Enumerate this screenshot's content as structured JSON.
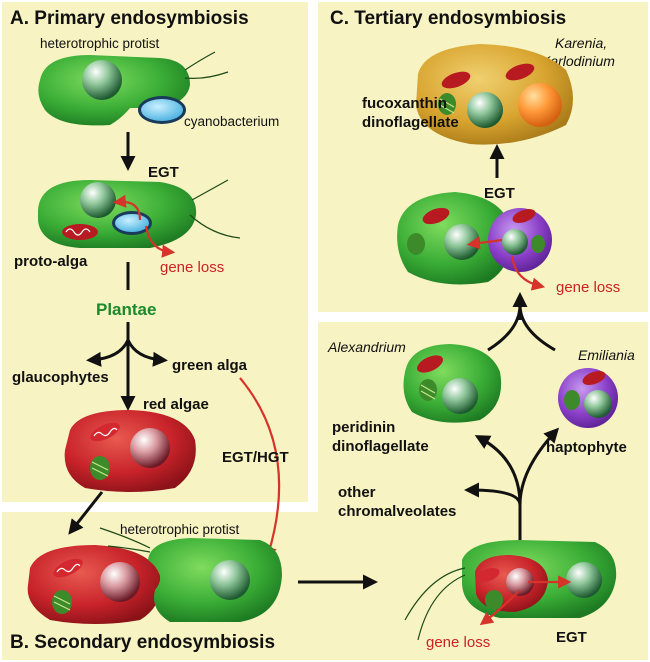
{
  "panels": {
    "a_title": "A. Primary endosymbiosis",
    "b_title": "B. Secondary endosymbiosis",
    "c_title": "C. Tertiary endosymbiosis"
  },
  "labels": {
    "heterotrophic_protist_top": "heterotrophic protist",
    "cyanobacterium": "cyanobacterium",
    "egt_a": "EGT",
    "proto_alga": "proto-alga",
    "gene_loss_a": "gene loss",
    "plantae": "Plantae",
    "glaucophytes": "glaucophytes",
    "green_alga": "green alga",
    "red_algae": "red algae",
    "egt_hgt": "EGT/HGT",
    "heterotrophic_protist_b": "heterotrophic protist",
    "gene_loss_b": "gene loss",
    "egt_b": "EGT",
    "other_chromalveolates_1": "other",
    "other_chromalveolates_2": "chromalveolates",
    "alexandrium": "Alexandrium",
    "peridinin_1": "peridinin",
    "peridinin_2": "dinoflagellate",
    "emiliania": "Emiliania",
    "haptophyte": "haptophyte",
    "egt_c": "EGT",
    "gene_loss_c": "gene loss",
    "fucoxanthin_1": "fucoxanthin",
    "fucoxanthin_2": "dinoflagellate",
    "karenia_1": "Karenia,",
    "karenia_2": "Karlodinium"
  },
  "colors": {
    "panel_bg": "#f7f3c2",
    "green_cell": "#3fb43a",
    "red_cell": "#c8232a",
    "purple_cell": "#8a3fc8",
    "gold_cell": "#d9a530",
    "arrow_red": "#d6332a",
    "plantae_text": "#1a8a2a"
  }
}
